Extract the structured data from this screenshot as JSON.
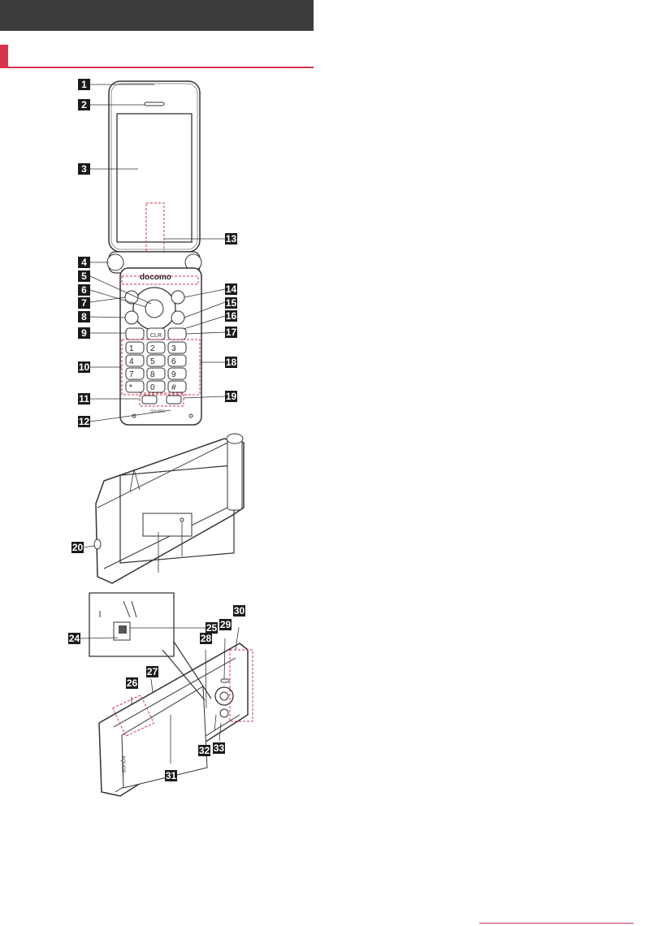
{
  "header": {
    "bar_color": "#3d3d3d",
    "section_title": ""
  },
  "accent_color": "#d9324b",
  "phone_front": {
    "brand": "docomo",
    "model": "SH-06G",
    "keys": [
      "1",
      "2",
      "3",
      "4",
      "5",
      "6",
      "7",
      "8",
      "9",
      "*",
      "0",
      "#"
    ],
    "function_keys": {
      "call": "",
      "clr": "CLR",
      "end": ""
    }
  },
  "phone_back": {
    "brand_vertical": "AQUOS"
  },
  "callouts": {
    "front": [
      "1",
      "2",
      "3",
      "4",
      "5",
      "6",
      "7",
      "8",
      "9",
      "10",
      "11",
      "12",
      "13",
      "14",
      "15",
      "16",
      "17",
      "18",
      "19"
    ],
    "side": [
      "20"
    ],
    "back": [
      "24",
      "25",
      "26",
      "27",
      "28",
      "29",
      "30",
      "31",
      "32",
      "33"
    ]
  }
}
